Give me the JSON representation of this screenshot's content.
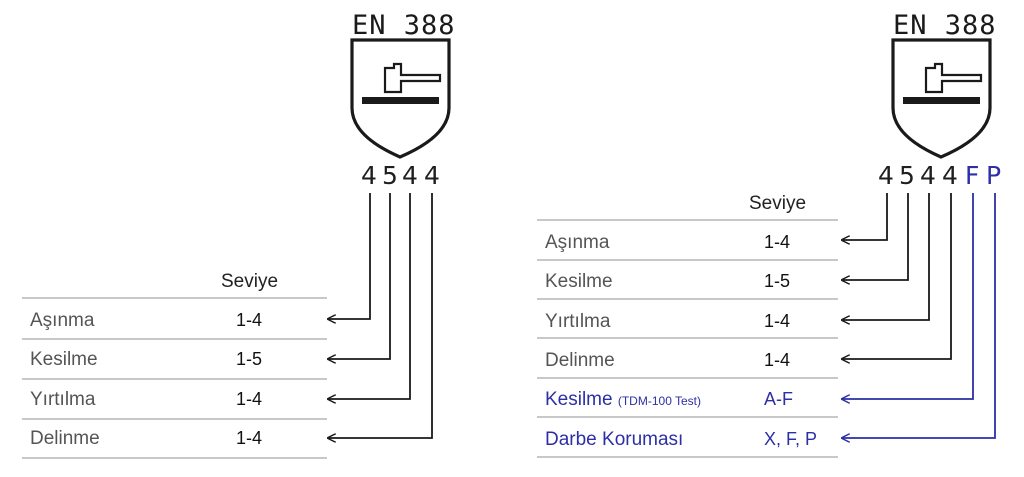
{
  "left": {
    "standard": "EN 388",
    "codes": [
      "4",
      "5",
      "4",
      "4"
    ],
    "header": "Seviye",
    "rows": [
      {
        "property": "Aşınma",
        "level": "1-4"
      },
      {
        "property": "Kesilme",
        "level": "1-5"
      },
      {
        "property": "Yırtılma",
        "level": "1-4"
      },
      {
        "property": "Delinme",
        "level": "1-4"
      }
    ]
  },
  "right": {
    "standard": "EN 388",
    "codes": [
      "4",
      "5",
      "4",
      "4",
      "F",
      "P"
    ],
    "header": "Seviye",
    "rows": [
      {
        "property": "Aşınma",
        "level": "1-4"
      },
      {
        "property": "Kesilme",
        "level": "1-5"
      },
      {
        "property": "Yırtılma",
        "level": "1-4"
      },
      {
        "property": "Delinme",
        "level": "1-4"
      },
      {
        "property": "Kesilme",
        "note": "(TDM-100 Test)",
        "level": "A-F"
      },
      {
        "property": "Darbe Koruması",
        "level": "X, F, P"
      }
    ]
  },
  "colors": {
    "accent_blue": "#2d2fa6",
    "line_gray": "#b5b5b5",
    "text_gray": "#555555",
    "ink": "#1a1a1a"
  },
  "icons": [
    "shield-hammer-icon",
    "arrow-left-icon"
  ]
}
